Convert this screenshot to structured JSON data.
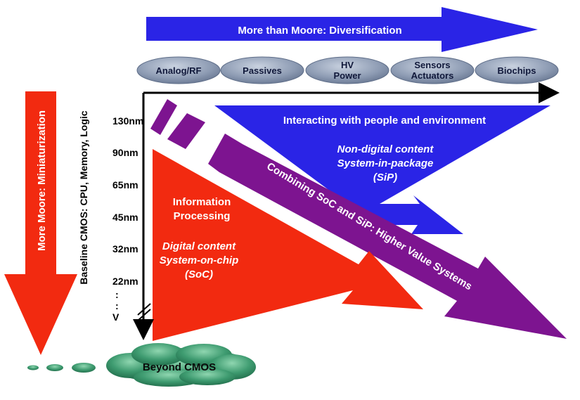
{
  "top_arrow": {
    "label": "More than Moore:  Diversification"
  },
  "pills": [
    {
      "label_lines": [
        "Analog/RF"
      ]
    },
    {
      "label_lines": [
        "Passives"
      ]
    },
    {
      "label_lines": [
        "HV",
        "Power"
      ]
    },
    {
      "label_lines": [
        "Sensors",
        "Actuators"
      ]
    },
    {
      "label_lines": [
        "Biochips"
      ]
    }
  ],
  "left_arrow": {
    "label": "More Moore:  Miniaturization"
  },
  "baseline_label": "Baseline CMOS:  CPU, Memory, Logic",
  "nodes": [
    "130nm",
    "90nm",
    "65nm",
    "45nm",
    "32nm",
    "22nm"
  ],
  "node_ellipsis": ":",
  "node_v": "V",
  "blue_region": {
    "title": "Interacting with people and environment",
    "lines": [
      "Non-digital content",
      "System-in-package",
      "(SiP)"
    ]
  },
  "purple_region": {
    "label": "Combining SoC and SiP:  Higher Value Systems"
  },
  "red_region": {
    "title_lines": [
      "Information",
      "Processing"
    ],
    "lines": [
      "Digital content",
      "System-on-chip",
      "(SoC)"
    ]
  },
  "cloud": {
    "label": "Beyond CMOS"
  },
  "colors": {
    "blue": "#2a24e6",
    "red": "#f22a10",
    "purple": "#7d1490",
    "pill": "#7f8fa8",
    "cloud": "#2f8a62",
    "axis": "#000000"
  }
}
